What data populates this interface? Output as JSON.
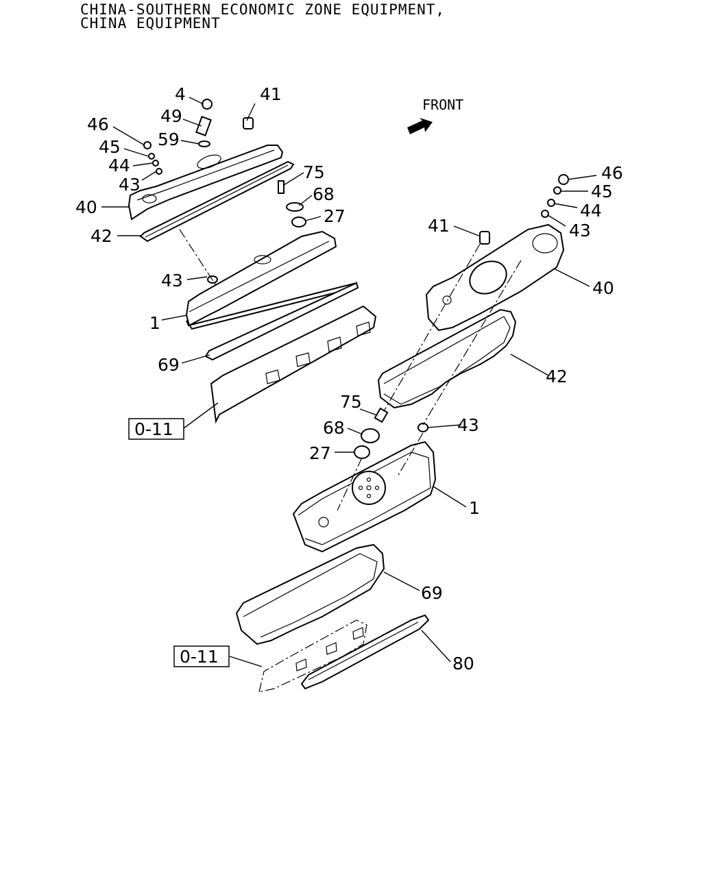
{
  "header": {
    "line1": "CHINA-SOUTHERN ECONOMIC ZONE EQUIPMENT,",
    "line2": "CHINA EQUIPMENT"
  },
  "front": "FRONT",
  "refs": {
    "top": "0-11",
    "bottom": "0-11"
  },
  "callouts": {
    "l_4": "4",
    "l_41": "41",
    "l_49": "49",
    "l_46": "46",
    "l_59": "59",
    "l_45": "45",
    "l_44": "44",
    "l_43": "43",
    "l_75": "75",
    "l_68": "68",
    "l_40": "40",
    "l_27": "27",
    "l_42": "42",
    "l_43b": "43",
    "l_1": "1",
    "l_69": "69",
    "r_46": "46",
    "r_45": "45",
    "r_44": "44",
    "r_41": "41",
    "r_43": "43",
    "r_40": "40",
    "r_42": "42",
    "r_75": "75",
    "r_68": "68",
    "r_43b": "43",
    "r_27": "27",
    "r_1": "1",
    "r_69": "69",
    "r_80": "80"
  }
}
